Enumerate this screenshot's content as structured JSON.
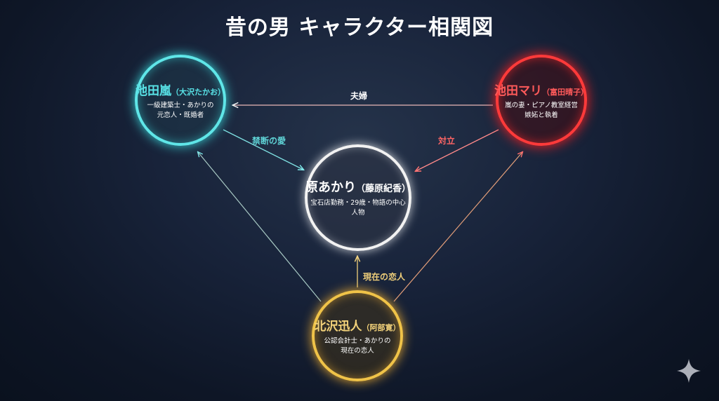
{
  "title": "昔の男 キャラクター相関図",
  "characters": {
    "ikeda": {
      "name": "池田嵐",
      "alias": "（大沢たかお）",
      "desc_lines": [
        "一級建築士・あかりの",
        "元恋人・既婚者"
      ],
      "color": "#5fe6e8"
    },
    "mari": {
      "name": "池田マリ",
      "alias": "（富田晴子）",
      "desc_lines": [
        "嵐の妻・ピアノ教室経営",
        "嫉妬と執着"
      ],
      "color": "#ff3a3a"
    },
    "akari": {
      "name": "原あかり",
      "alias": "（藤原紀香）",
      "desc_lines": [
        "宝石店勤務・29歳・物語の中心人物"
      ],
      "color": "#f2f2f2"
    },
    "kitazawa": {
      "name": "北沢迅人",
      "alias": "（阿部寛）",
      "desc_lines": [
        "公認会計士・あかりの",
        "現在の恋人"
      ],
      "color": "#f0c348"
    }
  },
  "relations": {
    "fufu": "夫婦",
    "kindan": "禁断の愛",
    "tairitsu": "対立",
    "koibito": "現在の恋人"
  },
  "icons": {
    "watermark": "sparkle-icon"
  }
}
